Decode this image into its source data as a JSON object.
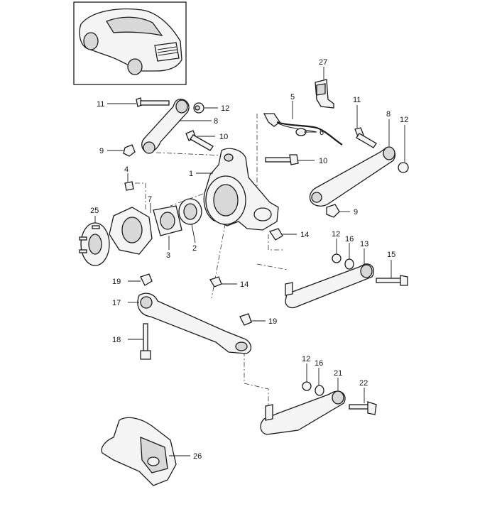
{
  "callouts": {
    "c1": "1",
    "c2": "2",
    "c3": "3",
    "c4": "4",
    "c5": "5",
    "c6": "6",
    "c7": "7",
    "c8a": "8",
    "c8b": "8",
    "c9a": "9",
    "c9b": "9",
    "c10a": "10",
    "c10b": "10",
    "c11a": "11",
    "c11b": "11",
    "c12a": "12",
    "c12b": "12",
    "c12c": "12",
    "c12d": "12",
    "c13": "13",
    "c14a": "14",
    "c14b": "14",
    "c15": "15",
    "c16a": "16",
    "c16b": "16",
    "c17": "17",
    "c18": "18",
    "c19a": "19",
    "c19b": "19",
    "c21": "21",
    "c22": "22",
    "c25": "25",
    "c26": "26",
    "c27": "27"
  }
}
